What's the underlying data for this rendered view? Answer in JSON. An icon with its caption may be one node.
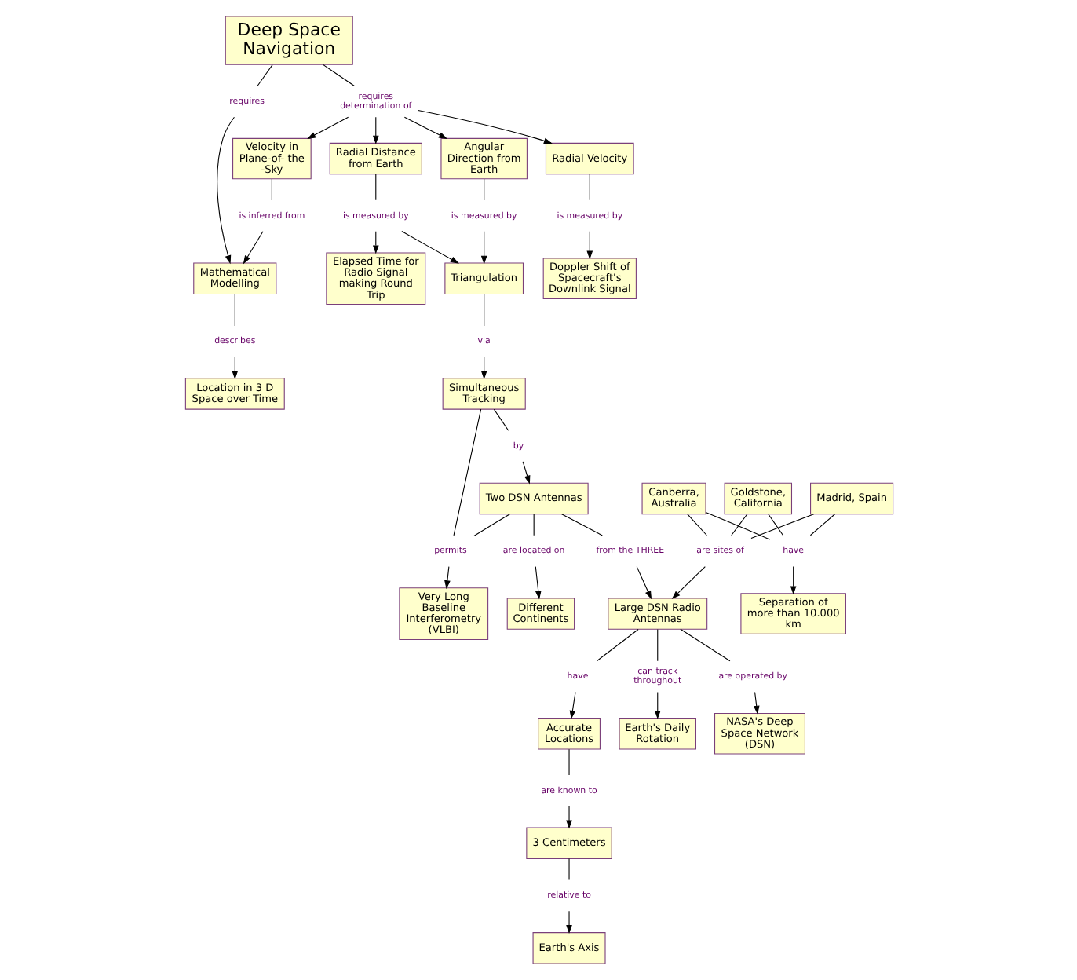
{
  "diagram": {
    "nodes": [
      {
        "text": [
          "Deep Space Navigation"
        ]
      },
      {
        "text": [
          "requires"
        ]
      },
      {
        "text": [
          "Mathematical Modelling"
        ]
      },
      {
        "text": [
          "requires determination of"
        ]
      },
      {
        "text": [
          "Radial Velocity"
        ]
      },
      {
        "text": [
          "Radial Distance from Earth"
        ]
      },
      {
        "text": [
          "Angular Direction from Earth"
        ]
      },
      {
        "text": [
          "Velocity in Plane-of- the -Sky"
        ]
      },
      {
        "text": [
          "is inferred from"
        ]
      },
      {
        "text": [
          "describes"
        ]
      },
      {
        "text": [
          "Location in 3 D Space over Time"
        ]
      },
      {
        "text": [
          "is measured by"
        ]
      },
      {
        "text": [
          "Doppler Shift of Spacecraft's Downlink Signal"
        ]
      },
      {
        "text": [
          "is measured by"
        ]
      },
      {
        "text": [
          "is measured by"
        ]
      },
      {
        "text": [
          "Elapsed Time for Radio Signal making Round Trip"
        ]
      },
      {
        "text": [
          "Triangulation"
        ]
      },
      {
        "text": [
          "via"
        ]
      },
      {
        "text": [
          "Simultaneous Tracking"
        ]
      },
      {
        "text": [
          "permits"
        ]
      },
      {
        "text": [
          "Very Long Baseline Interferometry (VLBI)"
        ]
      },
      {
        "text": [
          "by"
        ]
      },
      {
        "text": [
          "Two DSN Antennas"
        ]
      },
      {
        "text": [
          "are located on"
        ]
      },
      {
        "text": [
          "Different Continents"
        ]
      },
      {
        "text": [
          "from the THREE"
        ]
      },
      {
        "text": [
          "Goldstone, California"
        ]
      },
      {
        "text": [
          "Madrid, Spain"
        ]
      },
      {
        "text": [
          "Canberra, Australia"
        ]
      },
      {
        "text": [
          "have"
        ]
      },
      {
        "text": [
          "Separation of more than 10.000 km"
        ]
      },
      {
        "text": [
          "are sites of"
        ]
      },
      {
        "text": [
          "Large DSN Radio Antennas"
        ]
      },
      {
        "text": [
          "have"
        ]
      },
      {
        "text": [
          "Accurate Locations"
        ]
      },
      {
        "text": [
          "are known to"
        ]
      },
      {
        "text": [
          "3 Centimeters"
        ]
      },
      {
        "text": [
          "relative to"
        ]
      },
      {
        "text": [
          "Earth's Axis"
        ]
      },
      {
        "text": [
          "can track throughout"
        ]
      },
      {
        "text": [
          "Earth's Daily Rotation"
        ]
      },
      {
        "text": [
          "are operated by"
        ]
      },
      {
        "text": [
          "NASA's Deep Space Network (DSN)"
        ]
      }
    ],
    "edges": [
      {
        "from": 0,
        "to": 1,
        "arrow": "none"
      },
      {
        "from": 1,
        "to": 2,
        "arrow": "to"
      },
      {
        "from": 0,
        "to": 3,
        "arrow": "none"
      },
      {
        "from": 3,
        "to": 4,
        "arrow": "to"
      },
      {
        "from": 3,
        "to": 5,
        "arrow": "to"
      },
      {
        "from": 3,
        "to": 6,
        "arrow": "to"
      },
      {
        "from": 3,
        "to": 7,
        "arrow": "to"
      },
      {
        "from": 7,
        "to": 8,
        "arrow": "none"
      },
      {
        "from": 8,
        "to": 2,
        "arrow": "to"
      },
      {
        "from": 2,
        "to": 9,
        "arrow": "none"
      },
      {
        "from": 9,
        "to": 10,
        "arrow": "to"
      },
      {
        "from": 4,
        "to": 11,
        "arrow": "none"
      },
      {
        "from": 11,
        "to": 12,
        "arrow": "to"
      },
      {
        "from": 5,
        "to": 13,
        "arrow": "none"
      },
      {
        "from": 13,
        "to": 15,
        "arrow": "to"
      },
      {
        "from": 13,
        "to": 16,
        "arrow": "to"
      },
      {
        "from": 6,
        "to": 14,
        "arrow": "none"
      },
      {
        "from": 14,
        "to": 16,
        "arrow": "to"
      },
      {
        "from": 16,
        "to": 17,
        "arrow": "none"
      },
      {
        "from": 17,
        "to": 18,
        "arrow": "to"
      },
      {
        "from": 18,
        "to": 19,
        "arrow": "none"
      },
      {
        "from": 22,
        "to": 19,
        "arrow": "none"
      },
      {
        "from": 19,
        "to": 20,
        "arrow": "to"
      },
      {
        "from": 18,
        "to": 21,
        "arrow": "none"
      },
      {
        "from": 21,
        "to": 22,
        "arrow": "to"
      },
      {
        "from": 22,
        "to": 23,
        "arrow": "none"
      },
      {
        "from": 23,
        "to": 24,
        "arrow": "to"
      },
      {
        "from": 22,
        "to": 25,
        "arrow": "none"
      },
      {
        "from": 25,
        "to": 32,
        "arrow": "to"
      },
      {
        "from": 26,
        "to": 29,
        "arrow": "none"
      },
      {
        "from": 27,
        "to": 29,
        "arrow": "none"
      },
      {
        "from": 28,
        "to": 29,
        "arrow": "none"
      },
      {
        "from": 29,
        "to": 30,
        "arrow": "to"
      },
      {
        "from": 26,
        "to": 31,
        "arrow": "none"
      },
      {
        "from": 27,
        "to": 31,
        "arrow": "none"
      },
      {
        "from": 28,
        "to": 31,
        "arrow": "none"
      },
      {
        "from": 31,
        "to": 32,
        "arrow": "to"
      },
      {
        "from": 32,
        "to": 33,
        "arrow": "none"
      },
      {
        "from": 33,
        "to": 34,
        "arrow": "to"
      },
      {
        "from": 34,
        "to": 35,
        "arrow": "none"
      },
      {
        "from": 35,
        "to": 36,
        "arrow": "to"
      },
      {
        "from": 36,
        "to": 37,
        "arrow": "none"
      },
      {
        "from": 37,
        "to": 38,
        "arrow": "to"
      },
      {
        "from": 32,
        "to": 39,
        "arrow": "none"
      },
      {
        "from": 39,
        "to": 40,
        "arrow": "to"
      },
      {
        "from": 32,
        "to": 41,
        "arrow": "none"
      },
      {
        "from": 41,
        "to": 42,
        "arrow": "to"
      }
    ]
  }
}
